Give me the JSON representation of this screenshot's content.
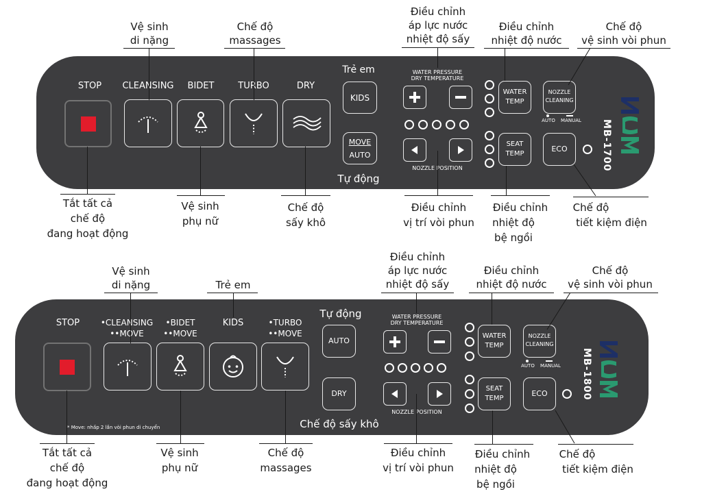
{
  "panel1": {
    "model": "MB-1700",
    "stop": "STOP",
    "cleansing": "CLEANSING",
    "bidet": "BIDET",
    "turbo": "TURBO",
    "dry": "DRY",
    "kids": "KIDS",
    "move": "MOVE",
    "auto": "AUTO",
    "tre_em": "Trẻ em",
    "tu_dong": "Tự động",
    "water_pressure": "WATER PRESSURE",
    "dry_temperature": "DRY TEMPERATURE",
    "nozzle_position": "NOZZLE POSITION",
    "water_temp_1": "WATER",
    "water_temp_2": "TEMP",
    "seat_temp_1": "SEAT",
    "seat_temp_2": "TEMP",
    "nozzle_cleaning_1": "NOZZLE",
    "nozzle_cleaning_2": "CLEANING",
    "auto_small": "AUTO",
    "manual_small": "MANUAL",
    "eco": "ECO"
  },
  "panel2": {
    "model": "MB-1800",
    "stop": "STOP",
    "cleansing": "•CLEANSING",
    "cleansing_move": "••MOVE",
    "bidet": "•BIDET",
    "bidet_move": "••MOVE",
    "kids": "KIDS",
    "turbo": "•TURBO",
    "turbo_move": "••MOVE",
    "auto": "AUTO",
    "dry": "DRY",
    "tu_dong": "Tự động",
    "che_do_say_kho": "Chế độ sấy khô",
    "water_pressure": "WATER PRESSURE",
    "dry_temperature": "DRY TEMPERATURE",
    "nozzle_position": "NOZZLE POSITION",
    "water_temp_1": "WATER",
    "water_temp_2": "TEMP",
    "seat_temp_1": "SEAT",
    "seat_temp_2": "TEMP",
    "nozzle_cleaning_1": "NOZZLE",
    "nozzle_cleaning_2": "CLEANING",
    "auto_small": "AUTO",
    "manual_small": "MANUAL",
    "eco": "ECO",
    "move_note": "* Move: nhấp 2 lần vòi phun di chuyển"
  },
  "annotations1": {
    "ve_sinh_di_nang_1": "Vệ sinh",
    "ve_sinh_di_nang_2": "di nặng",
    "massages_1": "Chế độ",
    "massages_2": "massages",
    "ap_luc_1": "Điều chỉnh",
    "ap_luc_2": "áp lực nước",
    "ap_luc_3": "nhiệt độ sấy",
    "nhiet_do_nuoc_1": "Điều chỉnh",
    "nhiet_do_nuoc_2": "nhiệt độ nước",
    "voi_phun_1": "Chế độ",
    "voi_phun_2": "vệ sinh vòi phun",
    "tat_1": "Tắt tất cả",
    "tat_2": "chế độ",
    "tat_3": "đang hoạt động",
    "phu_nu_1": "Vệ sinh",
    "phu_nu_2": "phụ nữ",
    "say_kho_1": "Chế độ",
    "say_kho_2": "sấy khô",
    "vi_tri_1": "Điều chỉnh",
    "vi_tri_2": "vị trí vòi phun",
    "be_ngoi_1": "Điều chỉnh",
    "be_ngoi_2": "nhiệt độ",
    "be_ngoi_3": "bệ ngồi",
    "tiet_kiem_1": "Chế độ",
    "tiet_kiem_2": "tiết kiệm điện"
  },
  "annotations2": {
    "ve_sinh_di_nang_1": "Vệ sinh",
    "ve_sinh_di_nang_2": "di nặng",
    "tre_em": "Trẻ em",
    "ap_luc_1": "Điều chỉnh",
    "ap_luc_2": "áp lực nước",
    "ap_luc_3": "nhiệt độ sấy",
    "nhiet_do_nuoc_1": "Điều chỉnh",
    "nhiet_do_nuoc_2": "nhiệt độ nước",
    "voi_phun_1": "Chế độ",
    "voi_phun_2": "vệ sinh vòi phun",
    "tat_1": "Tắt tất cả",
    "tat_2": "chế độ",
    "tat_3": "đang hoạt động",
    "phu_nu_1": "Vệ sinh",
    "phu_nu_2": "phụ nữ",
    "massages_1": "Chế độ",
    "massages_2": "massages",
    "vi_tri_1": "Điều chỉnh",
    "vi_tri_2": "vị trí vòi phun",
    "be_ngoi_1": "Điều chỉnh",
    "be_ngoi_2": "nhiệt độ",
    "be_ngoi_3": "bệ ngồi",
    "tiet_kiem_1": "Chế độ",
    "tiet_kiem_2": "tiết kiệm điện"
  },
  "colors": {
    "panel": "#3d3d3f",
    "stop_red": "#e21c2b",
    "logo_green": "#2a9a70",
    "logo_navy": "#1d2f66"
  }
}
